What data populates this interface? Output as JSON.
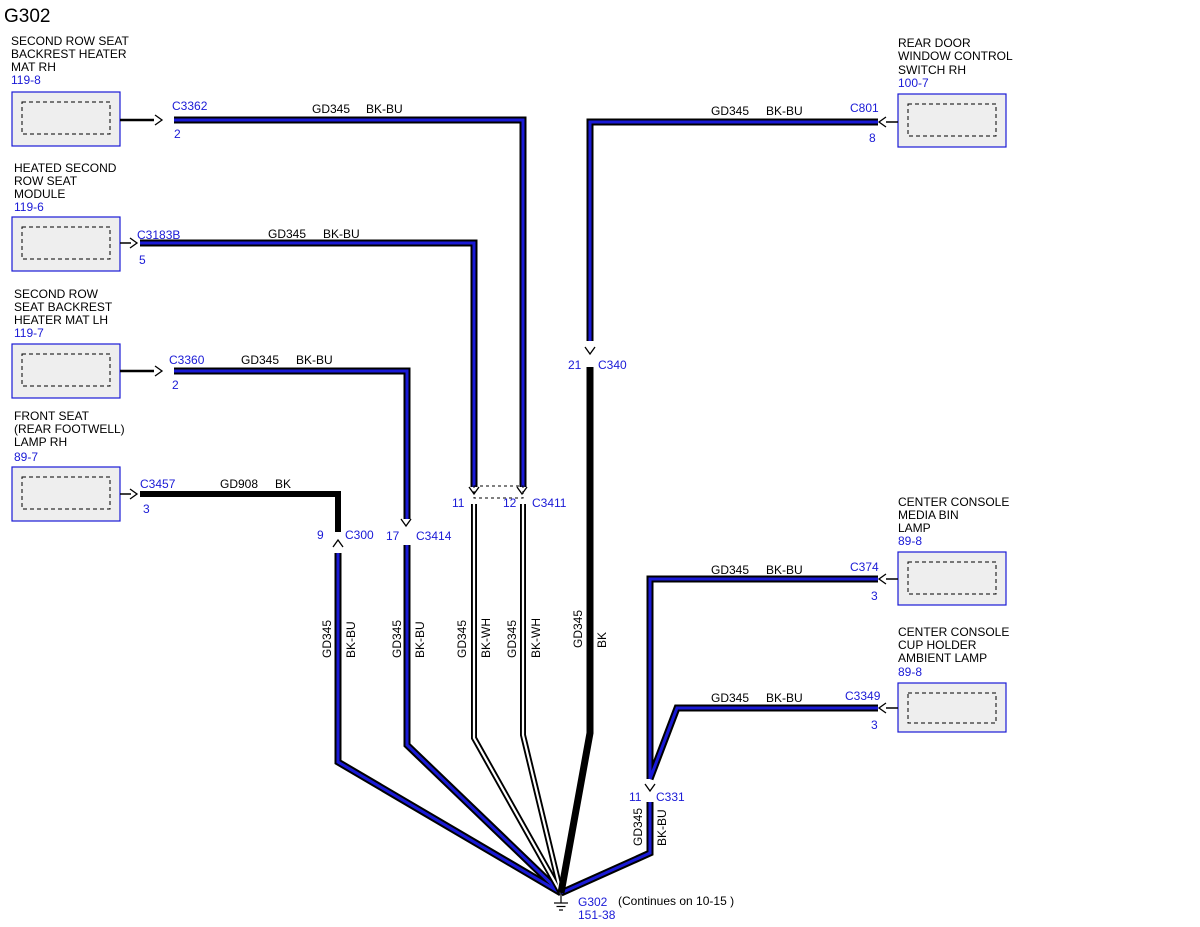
{
  "title": "G302",
  "components": [
    {
      "id": "c1",
      "lines": [
        "SECOND ROW SEAT",
        "BACKREST HEATER",
        "MAT RH"
      ],
      "ref": "119-8"
    },
    {
      "id": "c2",
      "lines": [
        "HEATED SECOND",
        "ROW SEAT",
        "MODULE"
      ],
      "ref": "119-6"
    },
    {
      "id": "c3",
      "lines": [
        "SECOND ROW",
        "SEAT BACKREST",
        "HEATER MAT LH"
      ],
      "ref": "119-7"
    },
    {
      "id": "c4",
      "lines": [
        "FRONT SEAT",
        "(REAR FOOTWELL)",
        "LAMP RH"
      ],
      "ref": "89-7"
    },
    {
      "id": "c5",
      "lines": [
        "REAR DOOR",
        "WINDOW CONTROL",
        "SWITCH RH"
      ],
      "ref": "100-7"
    },
    {
      "id": "c6",
      "lines": [
        "CENTER CONSOLE",
        "MEDIA BIN",
        "LAMP"
      ],
      "ref": "89-8"
    },
    {
      "id": "c7",
      "lines": [
        "CENTER CONSOLE",
        "CUP HOLDER",
        "AMBIENT LAMP"
      ],
      "ref": "89-8"
    }
  ],
  "connectors": {
    "c3362": {
      "name": "C3362",
      "pin": "2"
    },
    "c3183b": {
      "name": "C3183B",
      "pin": "5"
    },
    "c3360": {
      "name": "C3360",
      "pin": "2"
    },
    "c3457": {
      "name": "C3457",
      "pin": "3"
    },
    "c801": {
      "name": "C801",
      "pin": "8"
    },
    "c374": {
      "name": "C374",
      "pin": "3"
    },
    "c3349": {
      "name": "C3349",
      "pin": "3"
    },
    "c340": {
      "name": "C340",
      "pin": "21"
    },
    "c300": {
      "name": "C300",
      "pin": "9"
    },
    "c3414": {
      "name": "C3414",
      "pin": "17"
    },
    "c3411": {
      "name": "C3411",
      "pin_a": "11",
      "pin_b": "12"
    },
    "c331": {
      "name": "C331",
      "pin": "11"
    }
  },
  "wires": {
    "w1": {
      "circuit": "GD345",
      "color": "BK-BU"
    },
    "w2": {
      "circuit": "GD345",
      "color": "BK-BU"
    },
    "w3": {
      "circuit": "GD345",
      "color": "BK-BU"
    },
    "w4": {
      "circuit": "GD908",
      "color": "BK"
    },
    "w5": {
      "circuit": "GD345",
      "color": "BK-BU"
    },
    "w6": {
      "circuit": "GD345",
      "color": "BK-BU"
    },
    "w7": {
      "circuit": "GD345",
      "color": "BK-BU"
    },
    "v1": {
      "circuit": "GD345",
      "color": "BK-BU"
    },
    "v2": {
      "circuit": "GD345",
      "color": "BK-BU"
    },
    "v3": {
      "circuit": "GD345",
      "color": "BK-WH"
    },
    "v4": {
      "circuit": "GD345",
      "color": "BK-WH"
    },
    "v5": {
      "circuit": "GD345",
      "color": "BK"
    },
    "v6": {
      "circuit": "GD345",
      "color": "BK-BU"
    }
  },
  "ground": {
    "name": "G302",
    "ref": "151-38",
    "note": "(Continues on 10-15 )"
  },
  "colors": {
    "blue": "#1a1ad6",
    "black": "#000000",
    "white": "#ffffff",
    "box_fill": "#eeeeee"
  }
}
